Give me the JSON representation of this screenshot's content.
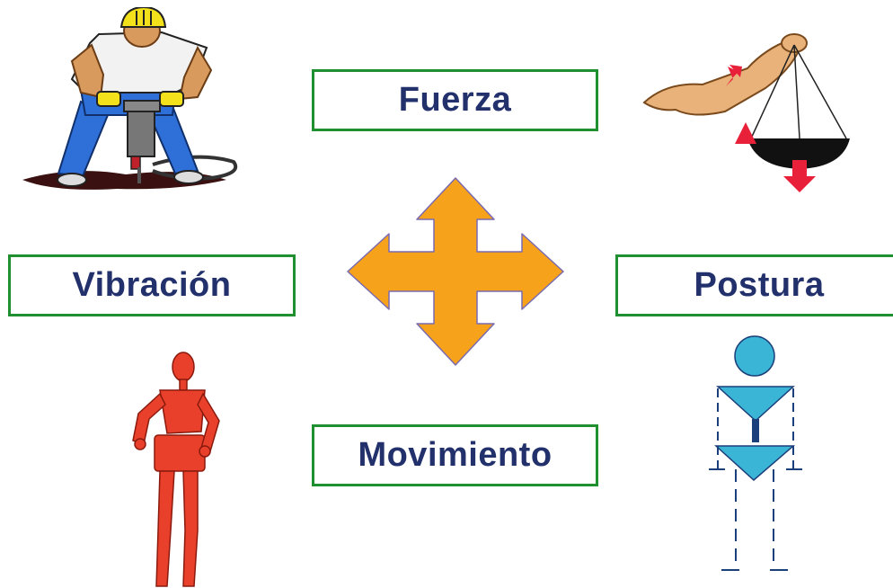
{
  "labels": {
    "fuerza": "Fuerza",
    "vibracion": "Vibración",
    "postura": "Postura",
    "movimiento": "Movimiento"
  },
  "colors": {
    "box_border": "#1f8f2f",
    "label_text": "#22306b",
    "arrow_fill": "#f7a21b",
    "arrow_stroke": "#7a6ab0",
    "mannequin": "#e8402a",
    "posture_figure": "#3bb5d6",
    "worker_shirt": "#f2f2f2",
    "worker_pants": "#2f6fd8",
    "worker_helmet": "#f3e21b",
    "force_arrows": "#e8203a"
  },
  "icons": {
    "center": "four-way-arrow-icon",
    "top_left": "jackhammer-worker-icon",
    "top_right": "arm-lifting-scale-icon",
    "bottom_left": "wooden-mannequin-icon",
    "bottom_right": "posture-stick-figure-icon"
  }
}
